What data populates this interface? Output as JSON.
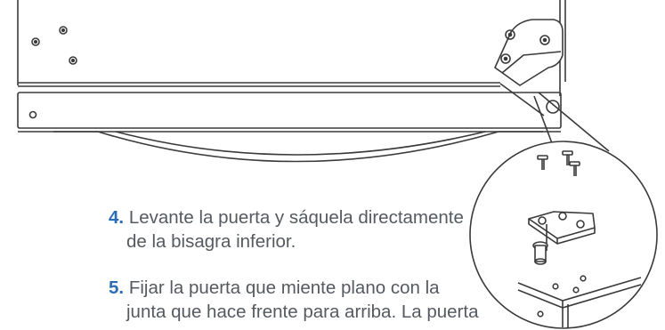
{
  "steps": [
    {
      "number": "4.",
      "lines": [
        "Levante la puerta y sáquela directamente",
        "de la bisagra inferior."
      ]
    },
    {
      "number": "5.",
      "lines": [
        "Fijar la puerta que miente plano con la",
        "junta que hace frente para arriba. La puerta"
      ]
    }
  ],
  "colors": {
    "step_number": "#2a6db5",
    "body_text": "#555a60",
    "line_art": "#3a3a3a"
  }
}
